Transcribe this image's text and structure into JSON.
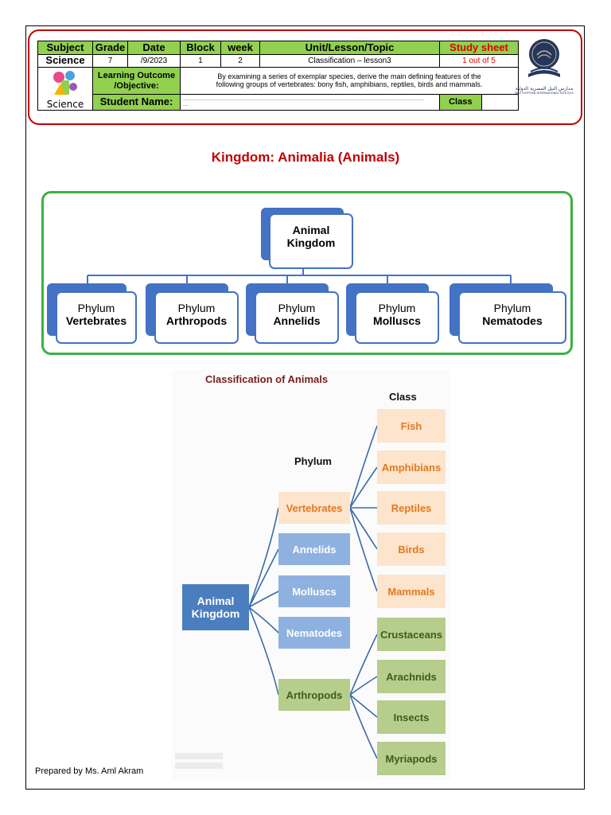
{
  "header": {
    "col_subject": "Subject",
    "col_grade": "Grade",
    "col_date": "Date",
    "col_block": "Block",
    "col_week": "week",
    "col_topic": "Unit/Lesson/Topic",
    "col_sheet": "Study sheet",
    "subject": "Science",
    "grade": "7",
    "date": "/9/2023",
    "block": "1",
    "week": "2",
    "topic": "Classification – lesson3",
    "page_count": "1 out of 5",
    "learning_outcome_label": "Learning Outcome /Objective:",
    "objective_line1": "By examining a series of exemplar species, derive the main defining features of the",
    "objective_line2": "following groups of vertebrates: bony fish, amphibians, reptiles, birds and mammals.",
    "science_logo_text": "Science",
    "student_name_label": "Student Name:",
    "name_dots": "......................................................................................................................................................................................",
    "name_dots2": "....",
    "class_label": "Class",
    "school_name_ar": "مدارس النيل المصرية الدولية",
    "school_name_en": "NILE EGYPTIAN INTERNATIONAL SCHOOLS"
  },
  "kingdom_title": "Kingdom: Animalia (Animals)",
  "hierarchy": {
    "root_line1": "Animal",
    "root_line2": "Kingdom",
    "phyla": [
      {
        "prefix": "Phylum",
        "name": "Vertebrates"
      },
      {
        "prefix": "Phylum",
        "name": "Arthropods"
      },
      {
        "prefix": "Phylum",
        "name": "Annelids"
      },
      {
        "prefix": "Phylum",
        "name": "Molluscs"
      },
      {
        "prefix": "Phylum",
        "name": "Nematodes"
      }
    ]
  },
  "classification": {
    "title": "Classification of Animals",
    "phylum_heading": "Phylum",
    "class_heading": "Class",
    "root": "Animal Kingdom",
    "phyla": [
      "Vertebrates",
      "Annelids",
      "Molluscs",
      "Nematodes",
      "Arthropods"
    ],
    "vertebrate_classes": [
      "Fish",
      "Amphibians",
      "Reptiles",
      "Birds",
      "Mammals"
    ],
    "arthropod_classes": [
      "Crustaceans",
      "Arachnids",
      "Insects",
      "Myriapods"
    ]
  },
  "footer": {
    "prepared_by": "Prepared by Ms. Aml Akram"
  },
  "colors": {
    "header_border": "#c00000",
    "header_green": "#92d050",
    "title_red": "#c00000",
    "hierarchy_border": "#3cb043",
    "node_blue": "#4472c4",
    "vertebrate_peach": "#fde4cc",
    "phylum_blue": "#8fb1e0",
    "arthropod_green": "#b6cd8c",
    "root_blue": "#4b7ebf"
  }
}
